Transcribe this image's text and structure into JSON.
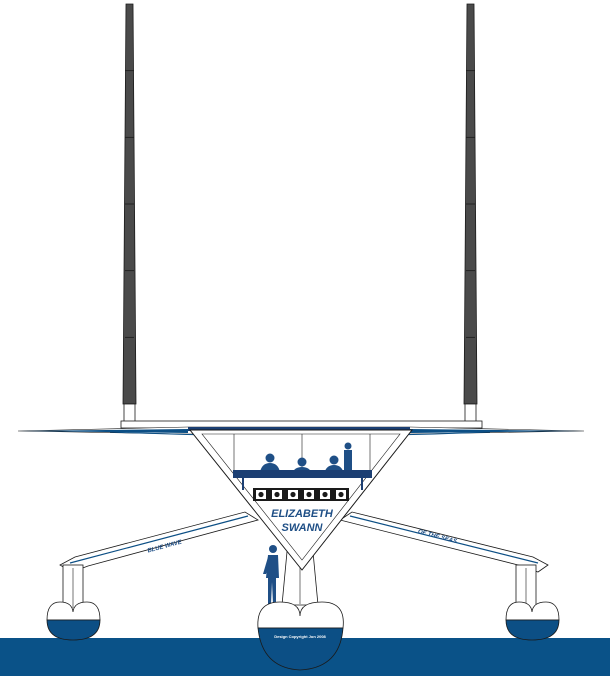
{
  "vessel": {
    "name_line1": "ELIZABETH",
    "name_line2": "SWANN",
    "arm_left_text": "BLUE WAVE",
    "arm_right_text": "OF THE SEAS",
    "credit_text": "Design Copyright Jon 2008",
    "sail_segments": 6,
    "porthole_count": 6
  },
  "colors": {
    "sea": "#0a5288",
    "hull": "#0c4f85",
    "sail": "#4a4a4a",
    "outline": "#1a1a1a",
    "figures": "#1f4f86",
    "deck_band": "#1c3f73"
  }
}
